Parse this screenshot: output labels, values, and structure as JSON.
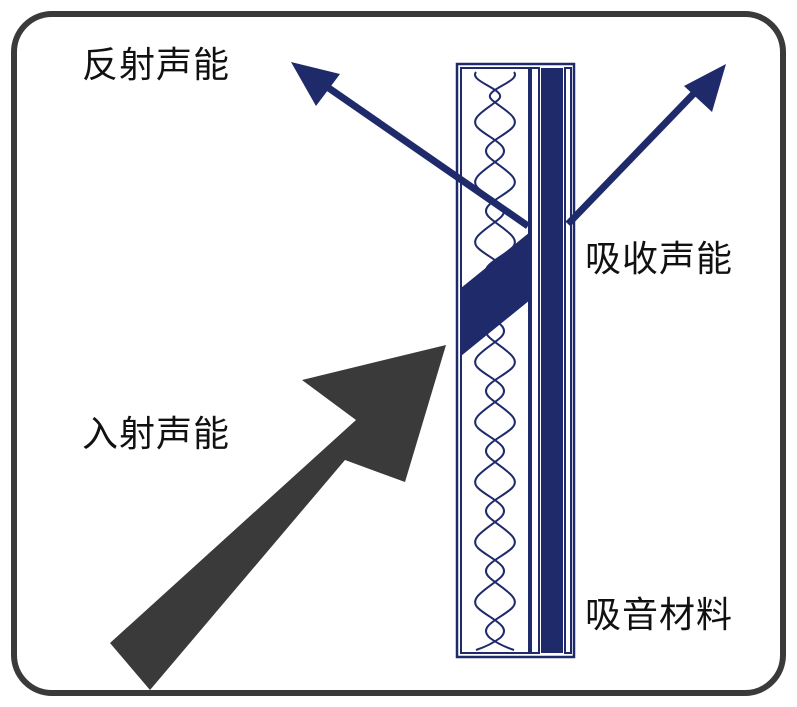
{
  "labels": {
    "reflected": "反射声能",
    "absorbed": "吸收声能",
    "incident": "入射声能",
    "material": "吸音材料"
  },
  "colors": {
    "frame": "#3a3a3a",
    "incident_arrow": "#3a3a3a",
    "absorbed_arrow": "#1f2a6b",
    "reflected_arrow": "#1f2a6b",
    "material_line": "#1f2a6b",
    "background": "#ffffff"
  },
  "icons": {
    "incident": "incident-arrow-icon",
    "reflected": "reflected-arrow-icon",
    "transmitted": "transmitted-arrow-icon",
    "material": "sound-absorbing-panel-icon"
  }
}
